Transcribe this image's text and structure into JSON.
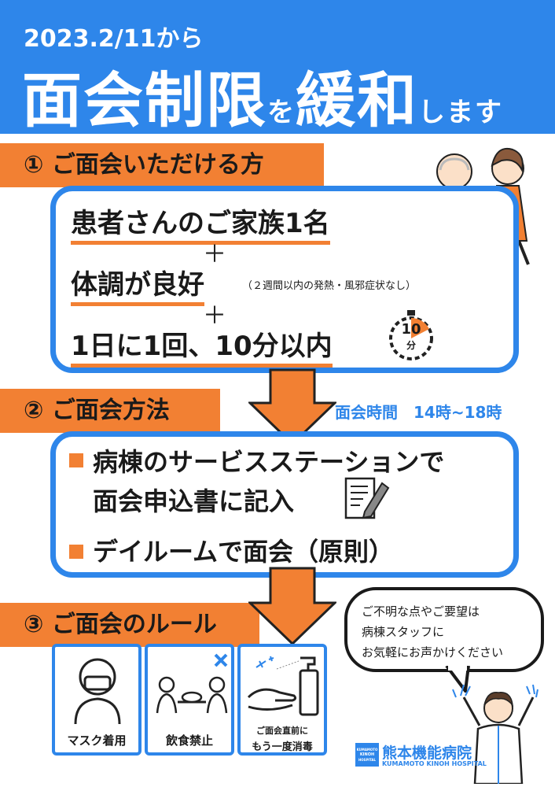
{
  "header": {
    "date": "2023.2/11から",
    "title_main1": "面会制限",
    "title_particle": "を",
    "title_main2": "緩和",
    "title_suffix": "します"
  },
  "section1": {
    "tab": "① ご面会いただける方",
    "line1": "患者さんのご家族1名",
    "plus": "＋",
    "line2": "体調が良好",
    "line2_note": "（２週間以内の発熱・風邪症状なし）",
    "line3": "1日に1回、10分以内",
    "timer_number": "10",
    "timer_unit": "分"
  },
  "section2": {
    "tab": "② ご面会方法",
    "hours": "面会時間　14時~18時",
    "item1_line1": "病棟のサービスステーションで",
    "item1_line2": "面会申込書に記入",
    "item2": "デイルームで面会（原則）"
  },
  "section3": {
    "tab": "③ ご面会のルール",
    "rule1": "マスク着用",
    "rule2": "飲食禁止",
    "rule3_line1": "ご面会直前に",
    "rule3_line2": "もう一度消毒"
  },
  "bubble": {
    "line1": "ご不明な点やご要望は",
    "line2": "病棟スタッフに",
    "line3": "お気軽にお声かけください"
  },
  "logo": {
    "name": "熊本機能病院",
    "name_en": "KUMAMOTO KINOH HOSPITAL",
    "mark_text1": "KUMAMOTO",
    "mark_text2": "KINOH",
    "mark_text3": "HOSPITAL"
  },
  "colors": {
    "brand_blue": "#2e86ea",
    "accent_orange": "#f28033"
  }
}
